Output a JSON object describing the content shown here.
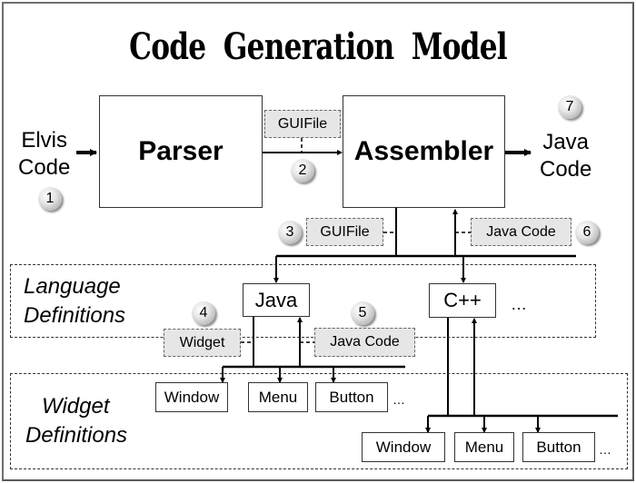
{
  "title": "Code Generation Model",
  "input_label": {
    "line1": "Elvis",
    "line2": "Code"
  },
  "output_label": {
    "line1": "Java",
    "line2": "Code"
  },
  "parser": {
    "label": "Parser"
  },
  "assembler": {
    "label": "Assembler"
  },
  "regions": {
    "language": {
      "line1": "Language",
      "line2": "Definitions"
    },
    "widget": {
      "line1": "Widget",
      "line2": "Definitions"
    }
  },
  "languages": [
    {
      "label": "Java"
    },
    {
      "label": "C++"
    }
  ],
  "language_more": "…",
  "java_widgets": [
    {
      "label": "Window"
    },
    {
      "label": "Menu"
    },
    {
      "label": "Button"
    }
  ],
  "cpp_widgets": [
    {
      "label": "Window"
    },
    {
      "label": "Menu"
    },
    {
      "label": "Button"
    }
  ],
  "widget_more": "…",
  "tags": {
    "parser_to_assembler": "GUIFile",
    "assembler_to_language": "GUIFile",
    "language_to_assembler": "Java Code",
    "language_to_widget": "Widget",
    "widget_to_language": "Java Code"
  },
  "steps": [
    "1",
    "2",
    "3",
    "4",
    "5",
    "6",
    "7"
  ]
}
